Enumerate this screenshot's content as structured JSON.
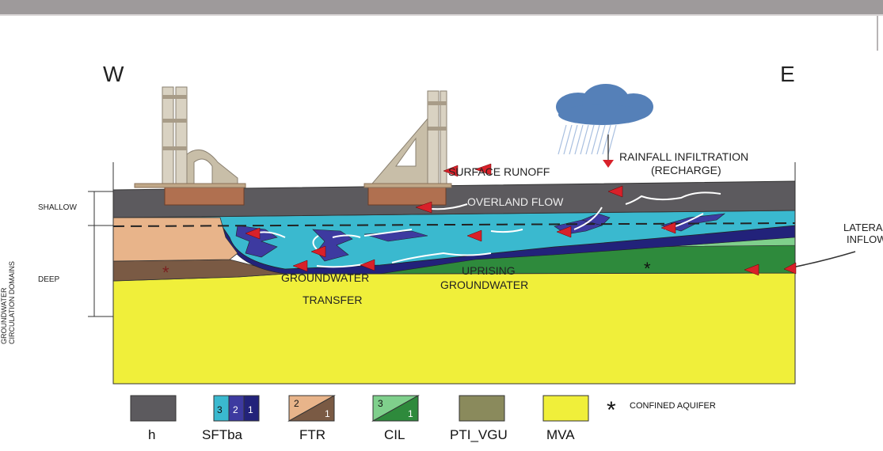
{
  "compass": {
    "west": "W",
    "east": "E"
  },
  "depth_axis": {
    "title_line1": "GROUNDWATER",
    "title_line2": "CIRCULATION DOMAINS",
    "shallow": "SHALLOW",
    "deep": "DEEP"
  },
  "processes": {
    "rainfall_line1": "RAINFALL INFILTRATION",
    "rainfall_line2": "(RECHARGE)",
    "surface_runoff": "SURFACE RUNOFF",
    "overland_flow": "OVERLAND FLOW",
    "lateral_line1": "LATERAL",
    "lateral_line2": "INFLOW",
    "uprising_line1": "UPRISING",
    "uprising_line2": "GROUNDWATER",
    "transfer_line1": "GROUNDWATER",
    "transfer_line2": "TRANSFER"
  },
  "legend": {
    "h": {
      "label": "h",
      "color": "#5c5a5e"
    },
    "sftba": {
      "label": "SFTba",
      "numbers": [
        "3",
        "2",
        "1"
      ],
      "colors": [
        "#3ab9cf",
        "#3d3aa0",
        "#22227a"
      ]
    },
    "ftr": {
      "label": "FTR",
      "numbers": [
        "2",
        "1"
      ],
      "colors": [
        "#e8b48a",
        "#7a5a44"
      ]
    },
    "cil": {
      "label": "CIL",
      "numbers": [
        "3",
        "1"
      ],
      "colors": [
        "#7fd08c",
        "#2e8a3c"
      ]
    },
    "pti_vgu": {
      "label": "PTI_VGU",
      "color": "#8a8a5c"
    },
    "mva": {
      "label": "MVA",
      "color": "#f0ef3a"
    },
    "confined": {
      "symbol": "*",
      "label": "CONFINED AQUIFER"
    }
  },
  "colors": {
    "flow_arrow": "#d8212a",
    "flow_path": "#ffffff",
    "cloud": "#5580b8",
    "rain": "#a8bfe0",
    "ruin": "#c8c0b0",
    "basement": "#b07050"
  }
}
